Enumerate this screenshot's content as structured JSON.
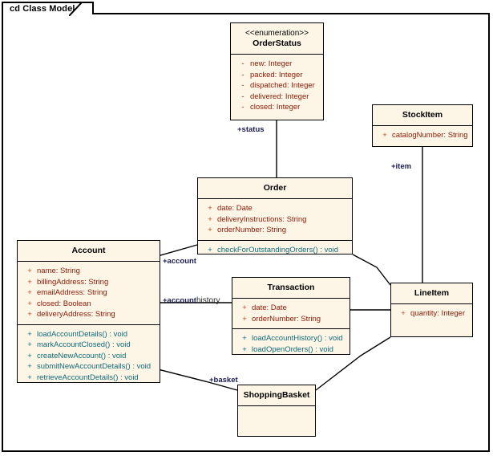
{
  "diagram": {
    "frame_label": "cd Class Model",
    "type": "uml-class-diagram",
    "colors": {
      "class_fill": "#FDF5E6",
      "border": "#000000",
      "attribute_text": "#8B1A06",
      "method_text": "#0E6B78",
      "label_text": "#1A1A50",
      "canvas": "#FFFFFF"
    }
  },
  "classes": [
    {
      "id": "order-status",
      "stereotype": "<<enumeration>>",
      "name": "OrderStatus",
      "attributes": [
        {
          "visibility": "-",
          "text": "new:  Integer"
        },
        {
          "visibility": "-",
          "text": "packed:  Integer"
        },
        {
          "visibility": "-",
          "text": "dispatched:  Integer"
        },
        {
          "visibility": "-",
          "text": "delivered:  Integer"
        },
        {
          "visibility": "-",
          "text": "closed:  Integer"
        }
      ],
      "operations": []
    },
    {
      "id": "stock-item",
      "stereotype": "",
      "name": "StockItem",
      "attributes": [
        {
          "visibility": "+",
          "text": "catalogNumber:  String"
        }
      ],
      "operations": []
    },
    {
      "id": "order",
      "stereotype": "",
      "name": "Order",
      "attributes": [
        {
          "visibility": "+",
          "text": "date:  Date"
        },
        {
          "visibility": "+",
          "text": "deliveryInstructions:  String"
        },
        {
          "visibility": "+",
          "text": "orderNumber:  String"
        }
      ],
      "operations": [
        {
          "visibility": "+",
          "text": "checkForOutstandingOrders() : void"
        }
      ]
    },
    {
      "id": "account",
      "stereotype": "",
      "name": "Account",
      "attributes": [
        {
          "visibility": "+",
          "text": "name:  String"
        },
        {
          "visibility": "+",
          "text": "billingAddress:  String"
        },
        {
          "visibility": "+",
          "text": "emailAddress:  String"
        },
        {
          "visibility": "+",
          "text": "closed:  Boolean"
        },
        {
          "visibility": "+",
          "text": "deliveryAddress:  String"
        }
      ],
      "operations": [
        {
          "visibility": "+",
          "text": "loadAccountDetails() : void"
        },
        {
          "visibility": "+",
          "text": "markAccountClosed() : void"
        },
        {
          "visibility": "+",
          "text": "createNewAccount() : void"
        },
        {
          "visibility": "+",
          "text": "submitNewAccountDetails() : void"
        },
        {
          "visibility": "+",
          "text": "retrieveAccountDetails() : void"
        }
      ]
    },
    {
      "id": "transaction",
      "stereotype": "",
      "name": "Transaction",
      "attributes": [
        {
          "visibility": "+",
          "text": "date:  Date"
        },
        {
          "visibility": "+",
          "text": "orderNumber:  String"
        }
      ],
      "operations": [
        {
          "visibility": "+",
          "text": "loadAccountHistory() : void"
        },
        {
          "visibility": "+",
          "text": "loadOpenOrders() : void"
        }
      ]
    },
    {
      "id": "line-item",
      "stereotype": "",
      "name": "LineItem",
      "attributes": [
        {
          "visibility": "+",
          "text": "quantity:  Integer"
        }
      ],
      "operations": []
    },
    {
      "id": "shopping-basket",
      "stereotype": "",
      "name": "ShoppingBasket",
      "attributes": [],
      "operations": []
    }
  ],
  "relationships": [
    {
      "id": "status",
      "from": "order-status",
      "to": "order",
      "label": "+status",
      "label_suffix": ""
    },
    {
      "id": "item",
      "from": "stock-item",
      "to": "line-item",
      "label": "+item",
      "label_suffix": ""
    },
    {
      "id": "account",
      "from": "account",
      "to": "order",
      "label": "+account",
      "label_suffix": ""
    },
    {
      "id": "account-history",
      "from": "account",
      "to": "transaction",
      "label": "+account",
      "label_suffix": "history"
    },
    {
      "id": "basket",
      "from": "account",
      "to": "shopping-basket",
      "label": "+basket",
      "label_suffix": ""
    },
    {
      "id": "order-lineitem",
      "from": "order",
      "to": "line-item",
      "label": "",
      "label_suffix": ""
    },
    {
      "id": "transaction-lineitem",
      "from": "transaction",
      "to": "line-item",
      "label": "",
      "label_suffix": ""
    },
    {
      "id": "basket-lineitem",
      "from": "shopping-basket",
      "to": "line-item",
      "label": "",
      "label_suffix": ""
    }
  ]
}
